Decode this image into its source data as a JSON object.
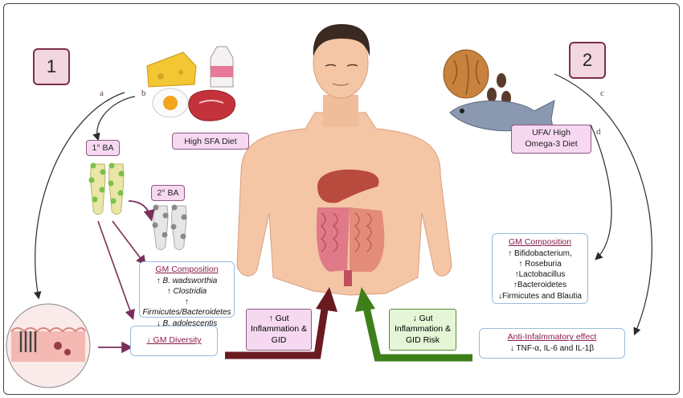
{
  "panels": {
    "left_number": "1",
    "right_number": "2"
  },
  "letters": [
    "a",
    "b",
    "c",
    "d"
  ],
  "left": {
    "diet_label": "High SFA Diet",
    "primary_ba": "1° BA",
    "secondary_ba": "2° BA",
    "gm_composition": {
      "title": "GM Composition",
      "lines": [
        "↑ B. wadsworthia",
        "↑ Clostridia",
        "↑ Firmicutes/Bacteroidetes",
        "↓ B. adolescentis"
      ]
    },
    "gm_diversity": "↓ GM Diversity",
    "gut_effect": [
      "↑ Gut",
      "Inflammation &",
      "GID"
    ]
  },
  "right": {
    "diet_label": [
      "UFA/ High",
      "Omega-3 Diet"
    ],
    "gm_composition": {
      "title": "GM Composition",
      "lines": [
        "↑ Bifidobacterium,",
        "↑ Roseburia",
        "↑Lactobacillus",
        "↑Bacteroidetes",
        "↓Firmicutes and Blautia"
      ]
    },
    "anti_inflammatory": {
      "title": "Anti-Infalmmatory effect",
      "line": "↓ TNF-α, IL-6 and IL-1β"
    },
    "gut_effect": [
      "↓ Gut",
      "Inflammation &",
      "GID Risk"
    ]
  },
  "colors": {
    "pink_box": "#f6d9f0",
    "blue_border": "#98bde0",
    "green_box": "#e4f6d6",
    "green_arrow": "#3f7f1a",
    "maroon_arrow": "#6b1a22",
    "purple_arrow": "#7a2f5a",
    "title_red": "#8a1d4c"
  },
  "icons": [
    "cheese-icon",
    "milk-carton-icon",
    "fried-egg-icon",
    "steak-icon",
    "walnut-icon",
    "seeds-icon",
    "fish-icon",
    "human-torso-icon",
    "liver-icon",
    "intestine-icon",
    "bile-acid-icon",
    "colon-cross-section-icon"
  ]
}
